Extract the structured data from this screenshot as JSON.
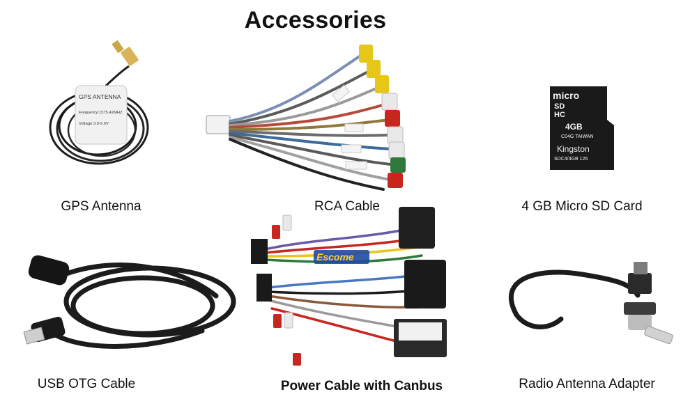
{
  "page": {
    "title": "Accessories"
  },
  "products": [
    {
      "label": "GPS Antenna",
      "icon": "gps-antenna-image"
    },
    {
      "label": "RCA Cable",
      "icon": "rca-cable-image"
    },
    {
      "label": "4 GB Micro SD Card",
      "icon": "micro-sd-card-image"
    },
    {
      "label": "USB OTG Cable",
      "icon": "usb-otg-cable-image"
    },
    {
      "label": "Power Cable with Canbus",
      "icon": "power-cable-canbus-image"
    },
    {
      "label": "Radio Antenna Adapter",
      "icon": "radio-antenna-adapter-image"
    }
  ],
  "gps_label": {
    "name": "GPS ANTENNA",
    "frequency": "Frequency:1575.42MHZ",
    "voltage": "Voltage:3.0-5.0V"
  },
  "sd_card_print": {
    "logo": "micro",
    "logo_sd": "SD",
    "logo_hc": "HC",
    "capacity": "4GB",
    "code": "C04G TAIWAN",
    "brand": "Kingston",
    "model": "SDC4/4GB 126"
  },
  "watermark": "Escome",
  "colors": {
    "background": "#ffffff",
    "text": "#111111",
    "cable_black": "#1c1c1c",
    "rca_yellow": "#e6c619",
    "rca_red": "#c8261e",
    "rca_white": "#e9e9e9",
    "rca_green": "#2e7a3c",
    "sd_card": "#1a1a1a"
  }
}
